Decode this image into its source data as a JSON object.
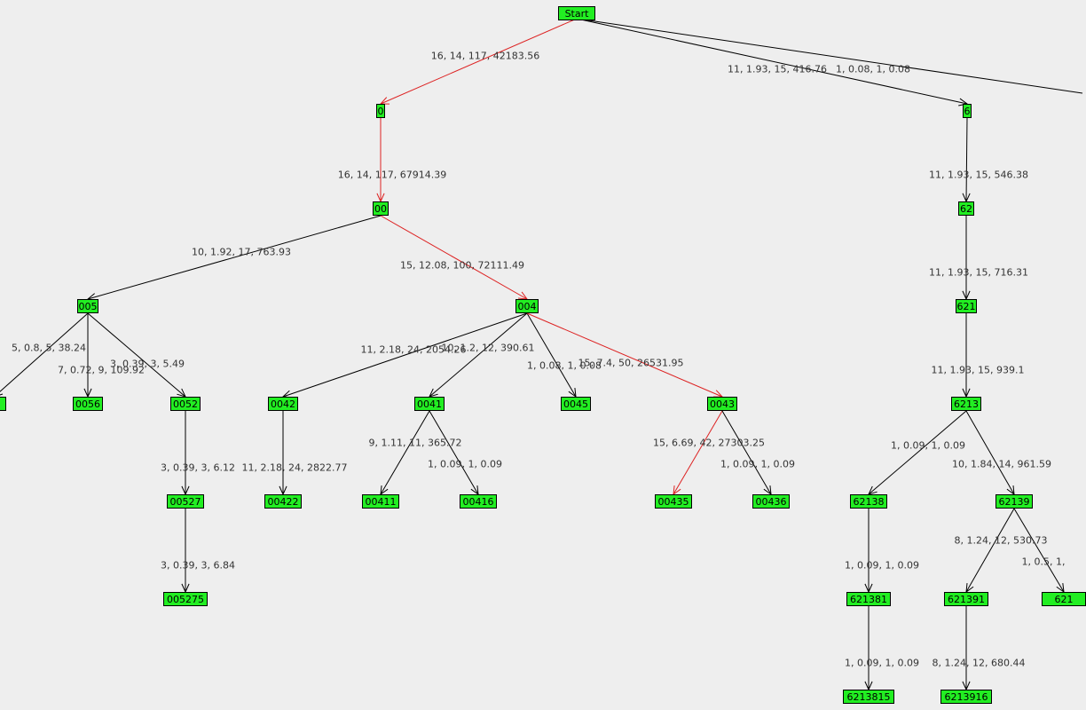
{
  "colors": {
    "background": "#eeeeee",
    "node_fill": "#22ee22",
    "node_border": "#000000",
    "edge": "#000000",
    "highlight_edge": "#dd2222",
    "label": "#333333"
  },
  "nodes": [
    {
      "id": "start",
      "label": "Start"
    },
    {
      "id": "n0",
      "label": "0"
    },
    {
      "id": "n6",
      "label": "6"
    },
    {
      "id": "n00",
      "label": "00"
    },
    {
      "id": "n62",
      "label": "62"
    },
    {
      "id": "n005",
      "label": "005"
    },
    {
      "id": "n004",
      "label": "004"
    },
    {
      "id": "n621",
      "label": "621"
    },
    {
      "id": "n005x",
      "label": ""
    },
    {
      "id": "n0056",
      "label": "0056"
    },
    {
      "id": "n0052",
      "label": "0052"
    },
    {
      "id": "n0042",
      "label": "0042"
    },
    {
      "id": "n0041",
      "label": "0041"
    },
    {
      "id": "n0045",
      "label": "0045"
    },
    {
      "id": "n0043",
      "label": "0043"
    },
    {
      "id": "n6213",
      "label": "6213"
    },
    {
      "id": "n00527",
      "label": "00527"
    },
    {
      "id": "n00422",
      "label": "00422"
    },
    {
      "id": "n00411",
      "label": "00411"
    },
    {
      "id": "n00416",
      "label": "00416"
    },
    {
      "id": "n00435",
      "label": "00435"
    },
    {
      "id": "n00436",
      "label": "00436"
    },
    {
      "id": "n62138",
      "label": "62138"
    },
    {
      "id": "n62139",
      "label": "62139"
    },
    {
      "id": "n005275",
      "label": "005275"
    },
    {
      "id": "n621381",
      "label": "621381"
    },
    {
      "id": "n621391",
      "label": "621391"
    },
    {
      "id": "n621x",
      "label": "621"
    },
    {
      "id": "n6213815",
      "label": "6213815"
    },
    {
      "id": "n6213916",
      "label": "6213916"
    }
  ],
  "edges": [
    {
      "from": "start",
      "to": "n0",
      "label": "16, 14, 117, 42183.56",
      "highlight": true
    },
    {
      "from": "start",
      "to": "n6",
      "label": "11, 1.93, 15, 416.76",
      "highlight": false
    },
    {
      "from": "start",
      "to": "offscreen",
      "label": "1, 0.08, 1, 0.08",
      "highlight": false
    },
    {
      "from": "n0",
      "to": "n00",
      "label": "16, 14, 117, 67914.39",
      "highlight": true
    },
    {
      "from": "n6",
      "to": "n62",
      "label": "11, 1.93, 15, 546.38",
      "highlight": false
    },
    {
      "from": "n00",
      "to": "n005",
      "label": "10, 1.92, 17, 763.93",
      "highlight": false
    },
    {
      "from": "n00",
      "to": "n004",
      "label": "15, 12.08, 100, 72111.49",
      "highlight": true
    },
    {
      "from": "n62",
      "to": "n621",
      "label": "11, 1.93, 15, 716.31",
      "highlight": false
    },
    {
      "from": "n005",
      "to": "n005x",
      "label": "5, 0.8, 5, 38.24",
      "highlight": false
    },
    {
      "from": "n005",
      "to": "n0056",
      "label": "7, 0.72, 9, 109.92",
      "highlight": false
    },
    {
      "from": "n005",
      "to": "n0052",
      "label": "3, 0.39, 3, 5.49",
      "highlight": false
    },
    {
      "from": "n004",
      "to": "n0042",
      "label": "11, 2.18, 24, 2054.26",
      "highlight": false
    },
    {
      "from": "n004",
      "to": "n0041",
      "label": "10, 1.2, 12, 390.61",
      "highlight": false
    },
    {
      "from": "n004",
      "to": "n0045",
      "label": "1, 0.08, 1, 0.08",
      "highlight": false
    },
    {
      "from": "n004",
      "to": "n0043",
      "label": "15, 7.4, 50, 26531.95",
      "highlight": true
    },
    {
      "from": "n621",
      "to": "n6213",
      "label": "11, 1.93, 15, 939.1",
      "highlight": false
    },
    {
      "from": "n0052",
      "to": "n00527",
      "label": "3, 0.39, 3, 6.12",
      "highlight": false
    },
    {
      "from": "n0042",
      "to": "n00422",
      "label": "11, 2.18, 24, 2822.77",
      "highlight": false
    },
    {
      "from": "n0041",
      "to": "n00411",
      "label": "9, 1.11, 11, 365.72",
      "highlight": false
    },
    {
      "from": "n0041",
      "to": "n00416",
      "label": "1, 0.09, 1, 0.09",
      "highlight": false
    },
    {
      "from": "n0043",
      "to": "n00435",
      "label": "15, 6.69, 42, 27303.25",
      "highlight": true
    },
    {
      "from": "n0043",
      "to": "n00436",
      "label": "1, 0.09, 1, 0.09",
      "highlight": false
    },
    {
      "from": "n6213",
      "to": "n62138",
      "label": "1, 0.09, 1, 0.09",
      "highlight": false
    },
    {
      "from": "n6213",
      "to": "n62139",
      "label": "10, 1.84, 14, 961.59",
      "highlight": false
    },
    {
      "from": "n00527",
      "to": "n005275",
      "label": "3, 0.39, 3, 6.84",
      "highlight": false
    },
    {
      "from": "n62138",
      "to": "n621381",
      "label": "1, 0.09, 1, 0.09",
      "highlight": false
    },
    {
      "from": "n62139",
      "to": "n621391",
      "label": "8, 1.24, 12, 530.73",
      "highlight": false
    },
    {
      "from": "n62139",
      "to": "n621x",
      "label": "1, 0.5, 1,",
      "highlight": false
    },
    {
      "from": "n621381",
      "to": "n6213815",
      "label": "1, 0.09, 1, 0.09",
      "highlight": false
    },
    {
      "from": "n621391",
      "to": "n6213916",
      "label": "8, 1.24, 12, 680.44",
      "highlight": false
    }
  ]
}
